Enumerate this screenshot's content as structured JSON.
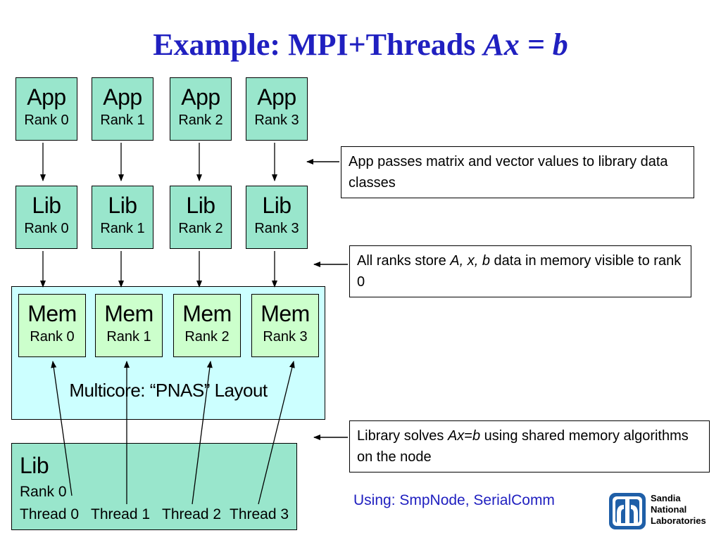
{
  "title": {
    "text": "Example: MPI+Threads ",
    "math": "Ax = b"
  },
  "app_boxes": [
    {
      "name": "App",
      "rank": "Rank 0"
    },
    {
      "name": "App",
      "rank": "Rank 1"
    },
    {
      "name": "App",
      "rank": "Rank 2"
    },
    {
      "name": "App",
      "rank": "Rank 3"
    }
  ],
  "lib_boxes": [
    {
      "name": "Lib",
      "rank": "Rank 0"
    },
    {
      "name": "Lib",
      "rank": "Rank 1"
    },
    {
      "name": "Lib",
      "rank": "Rank 2"
    },
    {
      "name": "Lib",
      "rank": "Rank 3"
    }
  ],
  "mem_boxes": [
    {
      "name": "Mem",
      "rank": "Rank 0"
    },
    {
      "name": "Mem",
      "rank": "Rank 1"
    },
    {
      "name": "Mem",
      "rank": "Rank 2"
    },
    {
      "name": "Mem",
      "rank": "Rank 3"
    }
  ],
  "multicore_label": "Multicore: “PNAS” Layout",
  "bottom_lib": {
    "title": "Lib",
    "rank": "Rank 0",
    "threads": [
      "Thread 0",
      "Thread 1",
      "Thread 2",
      "Thread 3"
    ]
  },
  "notes": {
    "note1": "App passes matrix and vector values to library data classes",
    "note2": {
      "pre": "All ranks store ",
      "italic": "A, x, b",
      "post": " data in memory visible to rank 0"
    },
    "note3": {
      "pre": "Library solves ",
      "italic1": "Ax",
      "mid": "=",
      "italic2": "b",
      "post": " using shared memory algorithms on the node"
    }
  },
  "using": "Using: SmpNode, SerialComm",
  "logo": {
    "line1": "Sandia",
    "line2": "National",
    "line3": "Laboratories"
  },
  "colors": {
    "title": "#2020c0",
    "box_fill": "#99e6cc",
    "mem_fill": "#ccffcc",
    "multicore_fill": "#ccffff",
    "logo_blue": "#1f5fa8"
  }
}
